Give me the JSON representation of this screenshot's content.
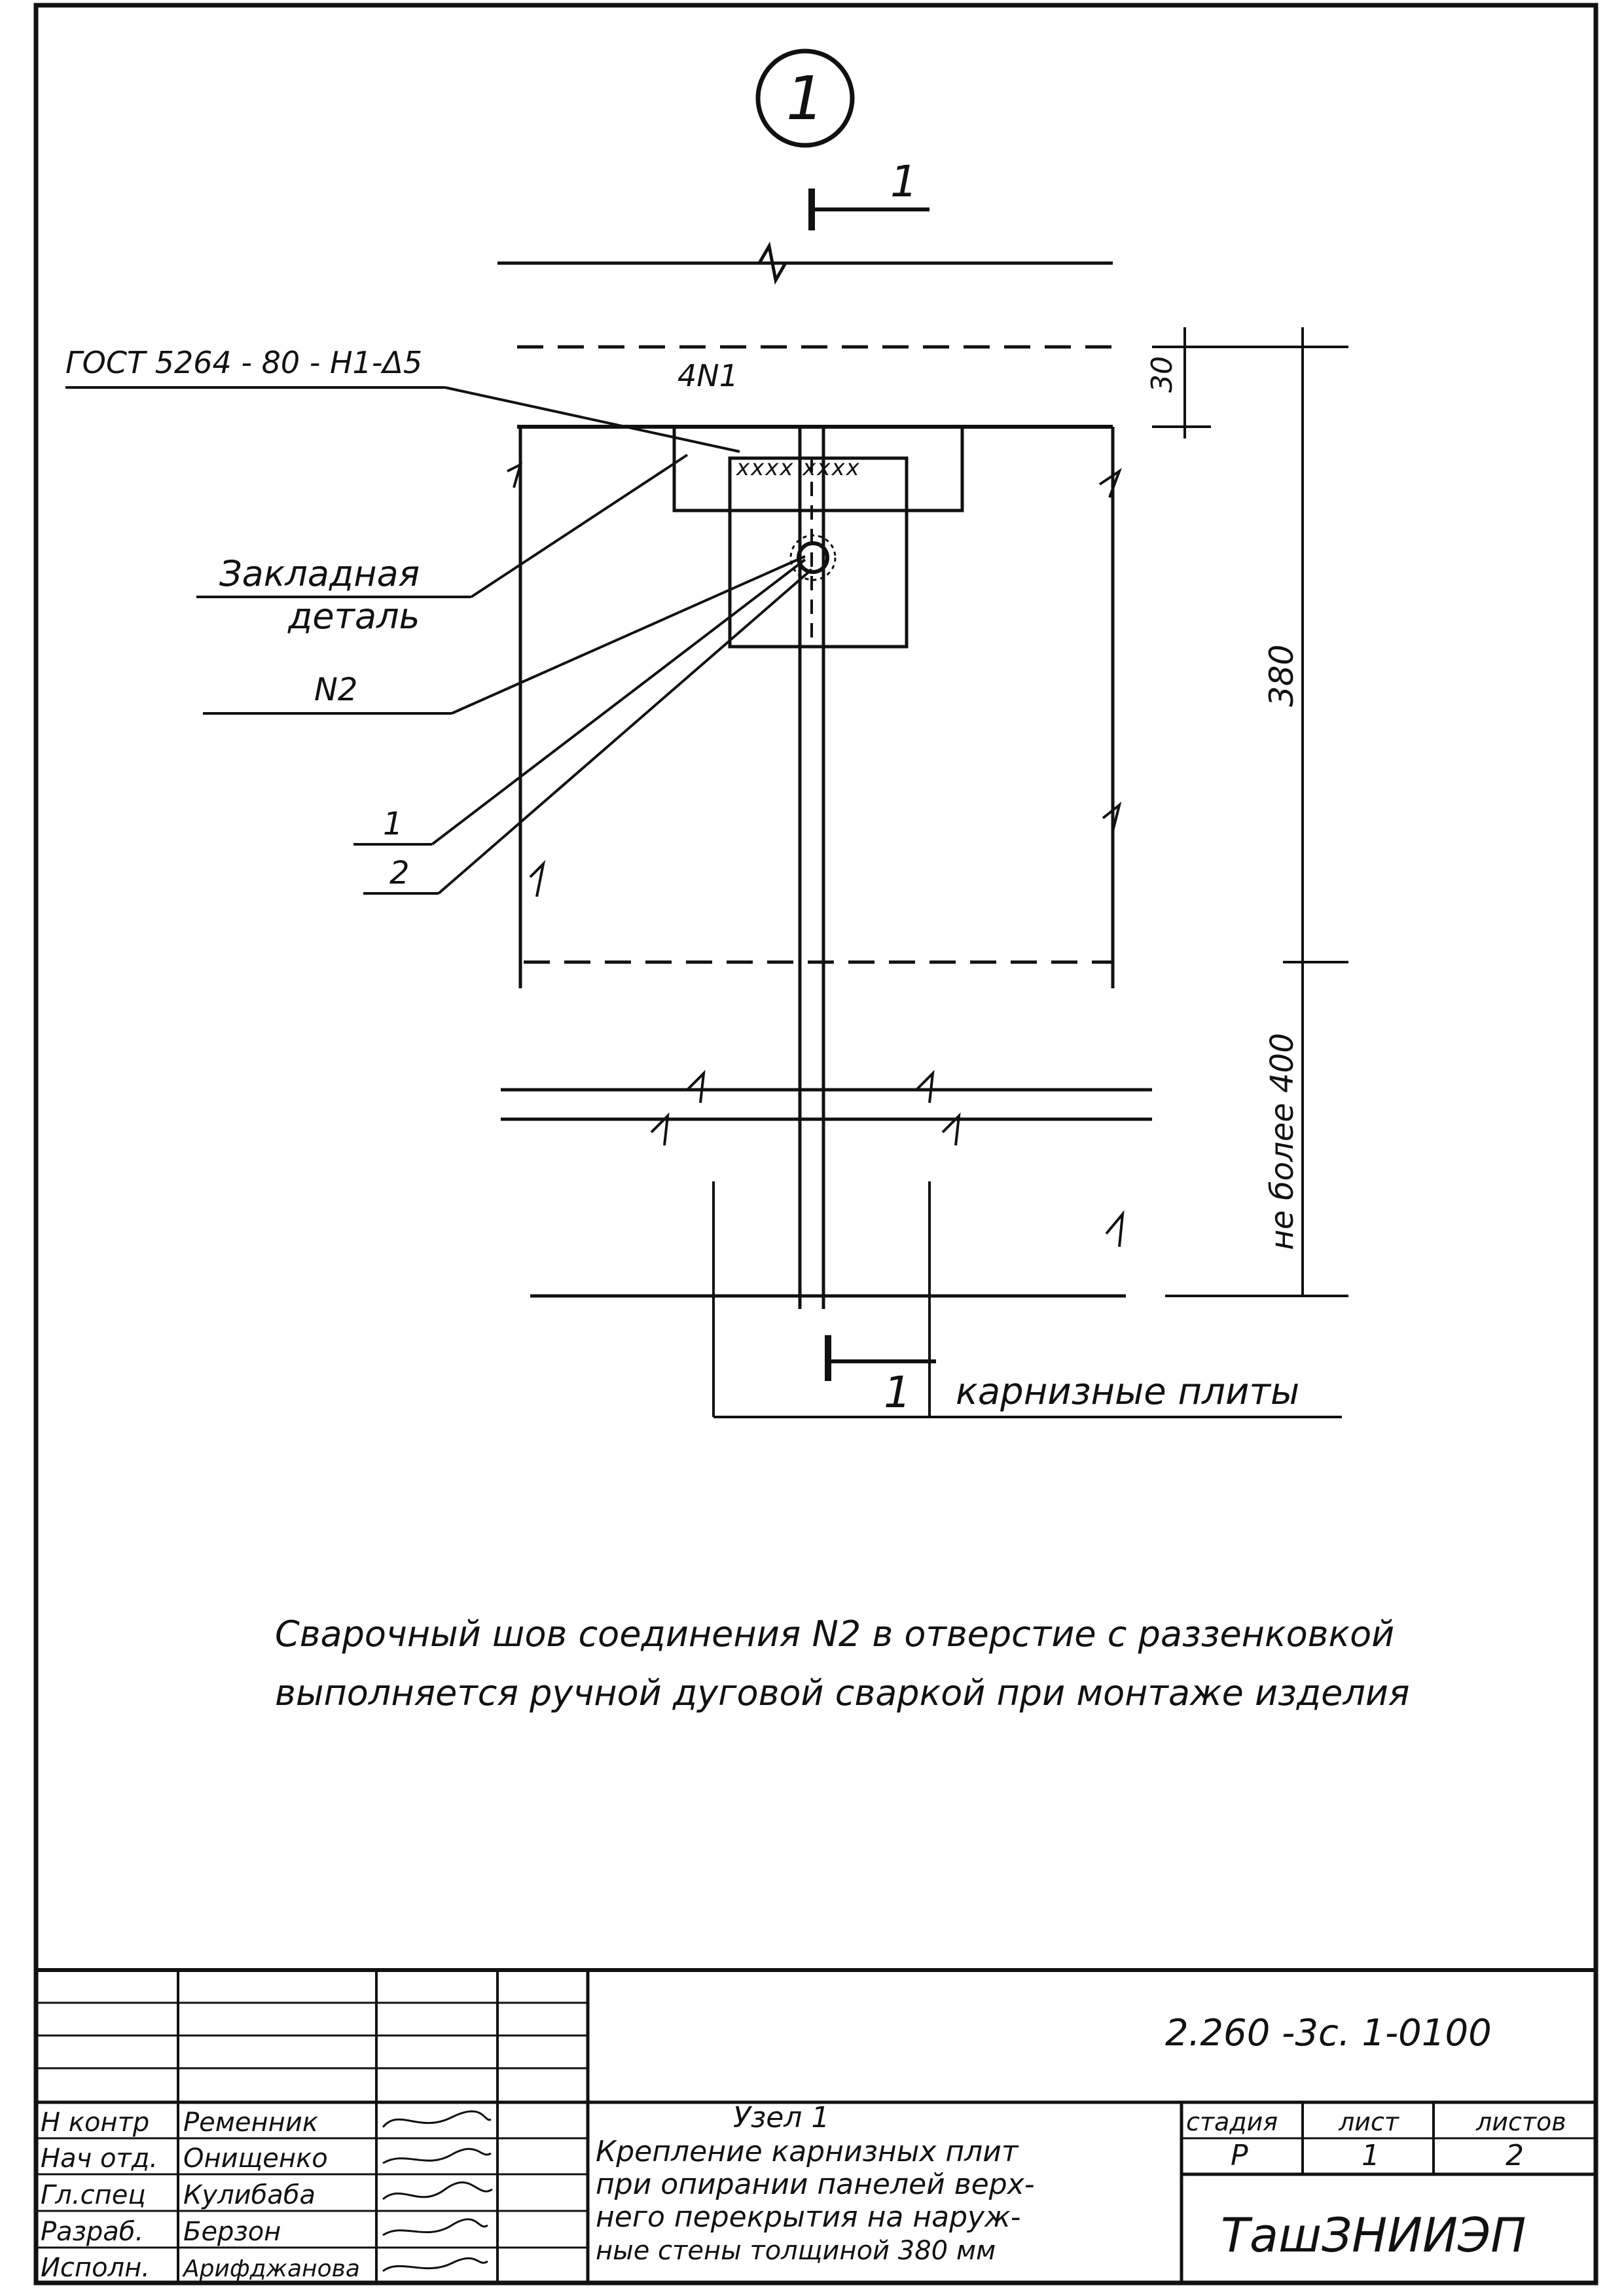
{
  "detail_marker": "1",
  "labels": {
    "section_top": "1",
    "section_bottom": "1",
    "gost": "ГОСТ 5264 - 80 - Н1-Δ5",
    "weld_ref": "4N1",
    "embedded_1": "Закладная",
    "embedded_2": "деталь",
    "n2": "N2",
    "pos1": "1",
    "pos2": "2",
    "eaves_slabs": "карнизные плиты",
    "dim_30": "30",
    "dim_380": "380",
    "dim_400": "не более 400"
  },
  "note": {
    "line1": "Сварочный   шов соединения N2 в отверстие с раззенковкой",
    "line2": "выполняется ручной дуговой сваркой при монтаже изделия"
  },
  "title_block": {
    "doc_code": "2.260 -3с. 1-0100",
    "roles": [
      "Н контр",
      "Нач отд.",
      "Гл.спец",
      "Разраб.",
      "Исполн."
    ],
    "names": [
      "Ременник",
      "Онищенко",
      "Кулибаба",
      "Берзон",
      "Арифджанова"
    ],
    "title": [
      "Узел 1",
      "Крепление карнизных плит",
      "при опирании панелей верх-",
      "него перекрытия на наруж-",
      "ные стены толщиной 380 мм"
    ],
    "col_headers": [
      "стадия",
      "лист",
      "листов"
    ],
    "col_values": [
      "Р",
      "1",
      "2"
    ],
    "organization": "ТашЗНИИЭП"
  }
}
